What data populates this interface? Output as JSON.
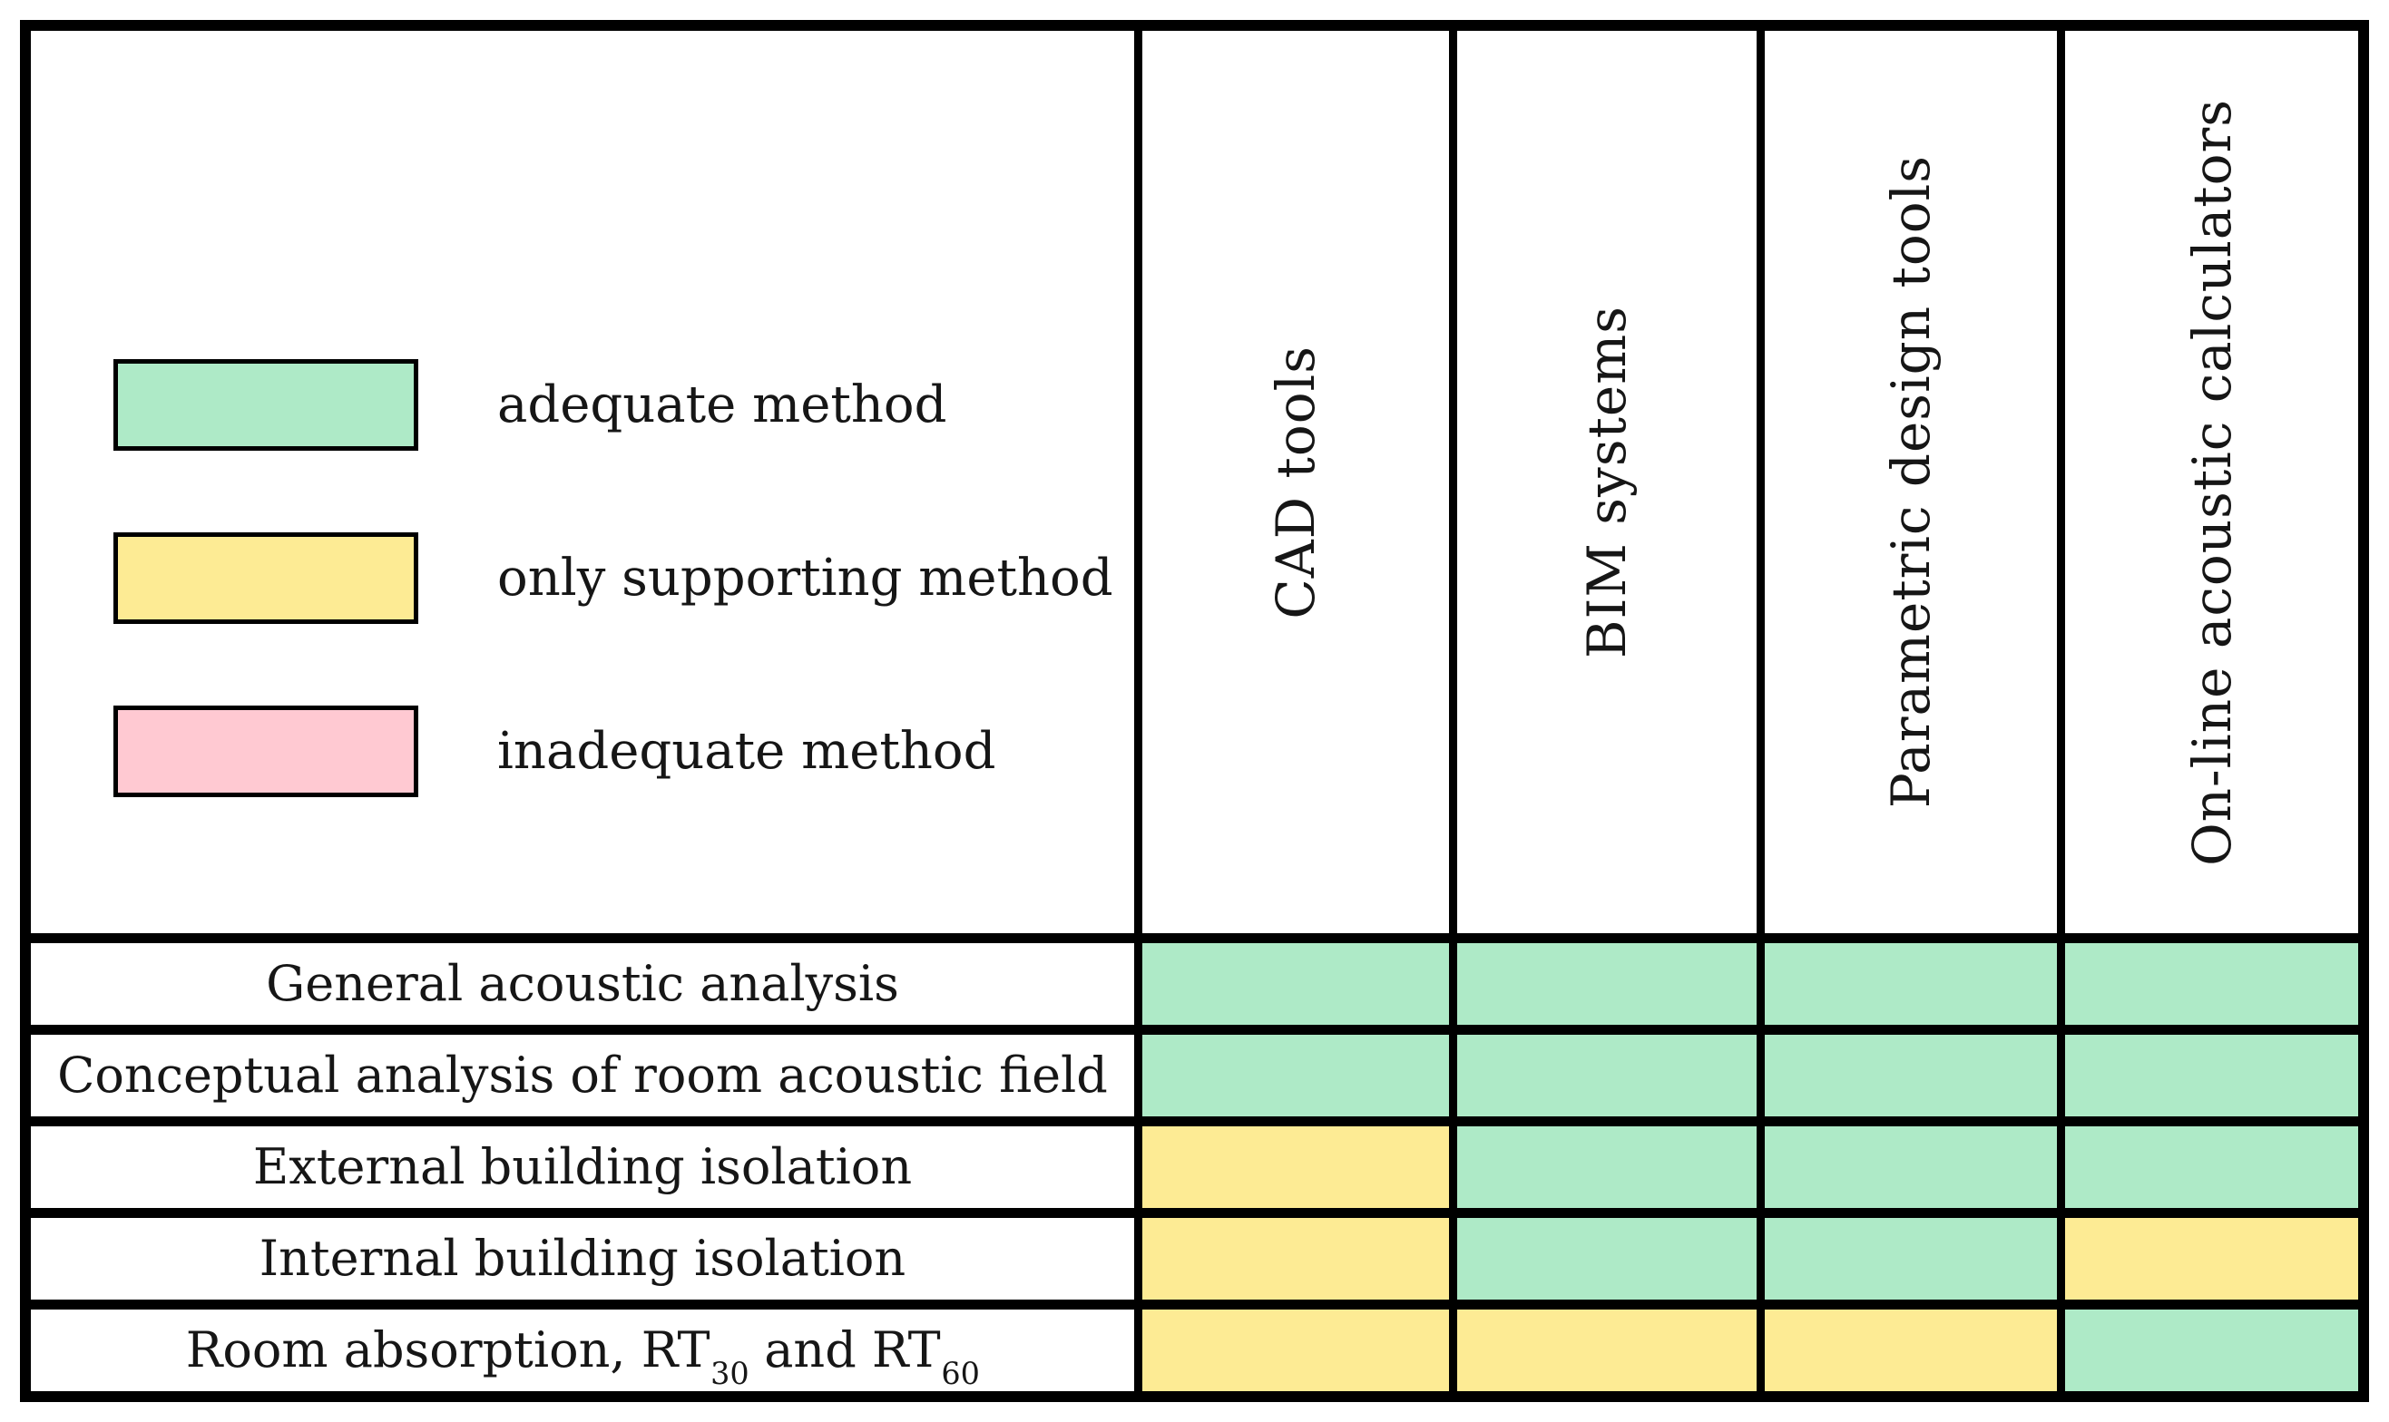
{
  "figure": {
    "kind": "method-adequacy-matrix"
  },
  "colors": {
    "adequate": "#aeeac7",
    "supporting": "#fdeb94",
    "inadequate": "#ffc9d2",
    "grid_line": "#000000",
    "background": "#ffffff"
  },
  "legend": {
    "items": [
      {
        "status": "adequate",
        "label": "adequate method"
      },
      {
        "status": "supporting",
        "label": "only supporting method"
      },
      {
        "status": "inadequate",
        "label": "inadequate method"
      }
    ]
  },
  "columns": [
    "CAD tools",
    "BIM systems",
    "Parametric design tools",
    "On-line acoustic calculators"
  ],
  "rows": [
    {
      "label": "General acoustic analysis",
      "cells": [
        "adequate",
        "adequate",
        "adequate",
        "adequate"
      ]
    },
    {
      "label": "Conceptual analysis of room acoustic field",
      "cells": [
        "adequate",
        "adequate",
        "adequate",
        "adequate"
      ]
    },
    {
      "label": "External building isolation",
      "cells": [
        "supporting",
        "adequate",
        "adequate",
        "adequate"
      ]
    },
    {
      "label": "Internal building isolation",
      "cells": [
        "supporting",
        "adequate",
        "adequate",
        "supporting"
      ]
    },
    {
      "label_parts": {
        "prefix": "Room absorption, RT",
        "sub1": "30",
        "middle": " and RT",
        "sub2": "60"
      },
      "cells": [
        "supporting",
        "supporting",
        "supporting",
        "adequate"
      ]
    }
  ],
  "chart_data": {
    "type": "heatmap",
    "title": "",
    "columns": [
      "CAD tools",
      "BIM systems",
      "Parametric design tools",
      "On-line acoustic calculators"
    ],
    "row_labels": [
      "General acoustic analysis",
      "Conceptual analysis of room acoustic field",
      "External building isolation",
      "Internal building isolation",
      "Room absorption, RT30 and RT60"
    ],
    "values": [
      [
        "adequate",
        "adequate",
        "adequate",
        "adequate"
      ],
      [
        "adequate",
        "adequate",
        "adequate",
        "adequate"
      ],
      [
        "supporting",
        "adequate",
        "adequate",
        "adequate"
      ],
      [
        "supporting",
        "adequate",
        "adequate",
        "supporting"
      ],
      [
        "supporting",
        "supporting",
        "supporting",
        "adequate"
      ]
    ],
    "legend_entries": [
      {
        "label": "adequate method",
        "color": "#aeeac7"
      },
      {
        "label": "only supporting method",
        "color": "#fdeb94"
      },
      {
        "label": "inadequate method",
        "color": "#ffc9d2"
      }
    ],
    "legend_position": "top-left",
    "grid": true
  }
}
